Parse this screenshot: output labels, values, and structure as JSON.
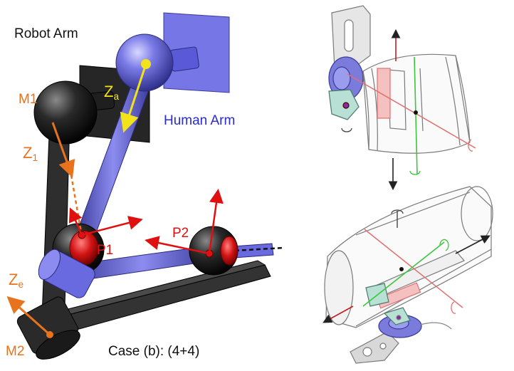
{
  "labels": {
    "robot_arm": "Robot Arm",
    "human_arm": "Human Arm",
    "m1": "M1",
    "m2": "M2",
    "z1": {
      "base": "Z",
      "sub": "1"
    },
    "za": {
      "base": "Z",
      "sub": "a"
    },
    "ze": {
      "base": "Z",
      "sub": "e"
    },
    "p1": "P1",
    "p2": "P2",
    "case": "Case (b): (4+4)"
  },
  "colors": {
    "robot_dark": "#2b2b2b",
    "human_blue": "#6a6ae0",
    "joint_red": "#d81818",
    "label_orange": "#e8731c",
    "label_yellow": "#f2e21a",
    "label_blue": "#2a2ad6",
    "label_red": "#e01010",
    "line_gray": "#8a8a8a",
    "axis_green": "#3ec43e",
    "axis_pink": "#e07070"
  }
}
